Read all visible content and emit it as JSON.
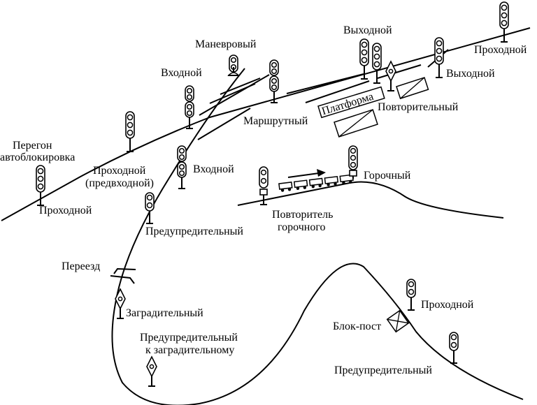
{
  "labels": {
    "peregon": "Перегон",
    "avtoblok": "автоблокировка",
    "prohodnoy": "Проходной",
    "prohodnoy_pred_1": "Проходной",
    "prohodnoy_pred_2": "(предвходной)",
    "vhodnoy_1": "Входной",
    "vhodnoy_2": "Входной",
    "manevrovy": "Маневровый",
    "marshrutny": "Маршрутный",
    "vyhodnoy_1": "Выходной",
    "vyhodnoy_2": "Выходной",
    "prohodnoy_top": "Проходной",
    "povtoritelny": "Повторительный",
    "platforma": "Платформа",
    "gorochny": "Горочный",
    "povtoritel_1": "Повторитель",
    "povtoritel_2": "горочного",
    "preduprezhd_1": "Предупредительный",
    "pereezd": "Переезд",
    "zagradit": "Заградительный",
    "preduprezhd_zag_1": "Предупредительный",
    "preduprezhd_zag_2": "к заградительному",
    "blok_post": "Блок-пост",
    "prohodnoy_right": "Проходной",
    "preduprezhd_2": "Предупредительный"
  }
}
